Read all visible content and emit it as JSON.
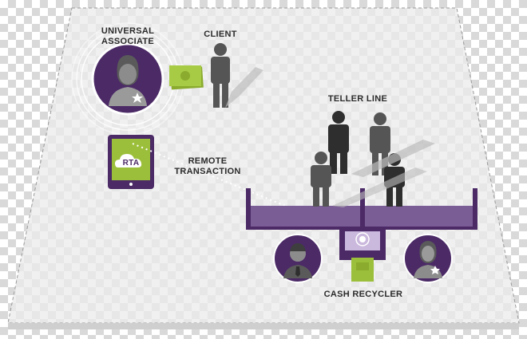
{
  "labels": {
    "universal_associate_line1": "UNIVERSAL",
    "universal_associate_line2": "ASSOCIATE",
    "client": "CLIENT",
    "teller_line": "TELLER LINE",
    "remote_transaction_line1": "REMOTE",
    "remote_transaction_line2": "TRANSACTION",
    "cash_recycler": "CASH RECYCLER",
    "rta": "RTA"
  },
  "colors": {
    "purple": "#4b2a66",
    "purple_light": "#7b5d96",
    "green": "#9bbf3a",
    "figure_gray": "#555555",
    "figure_dark": "#2e2e2e",
    "floor": "#eaeaea"
  },
  "icons": {
    "associate": "woman-avatar-star-icon",
    "teller": "man-avatar-tie-icon",
    "tablet": "tablet-cloud-icon",
    "cash": "cash-bills-icon",
    "recycler": "cash-recycler-icon"
  }
}
